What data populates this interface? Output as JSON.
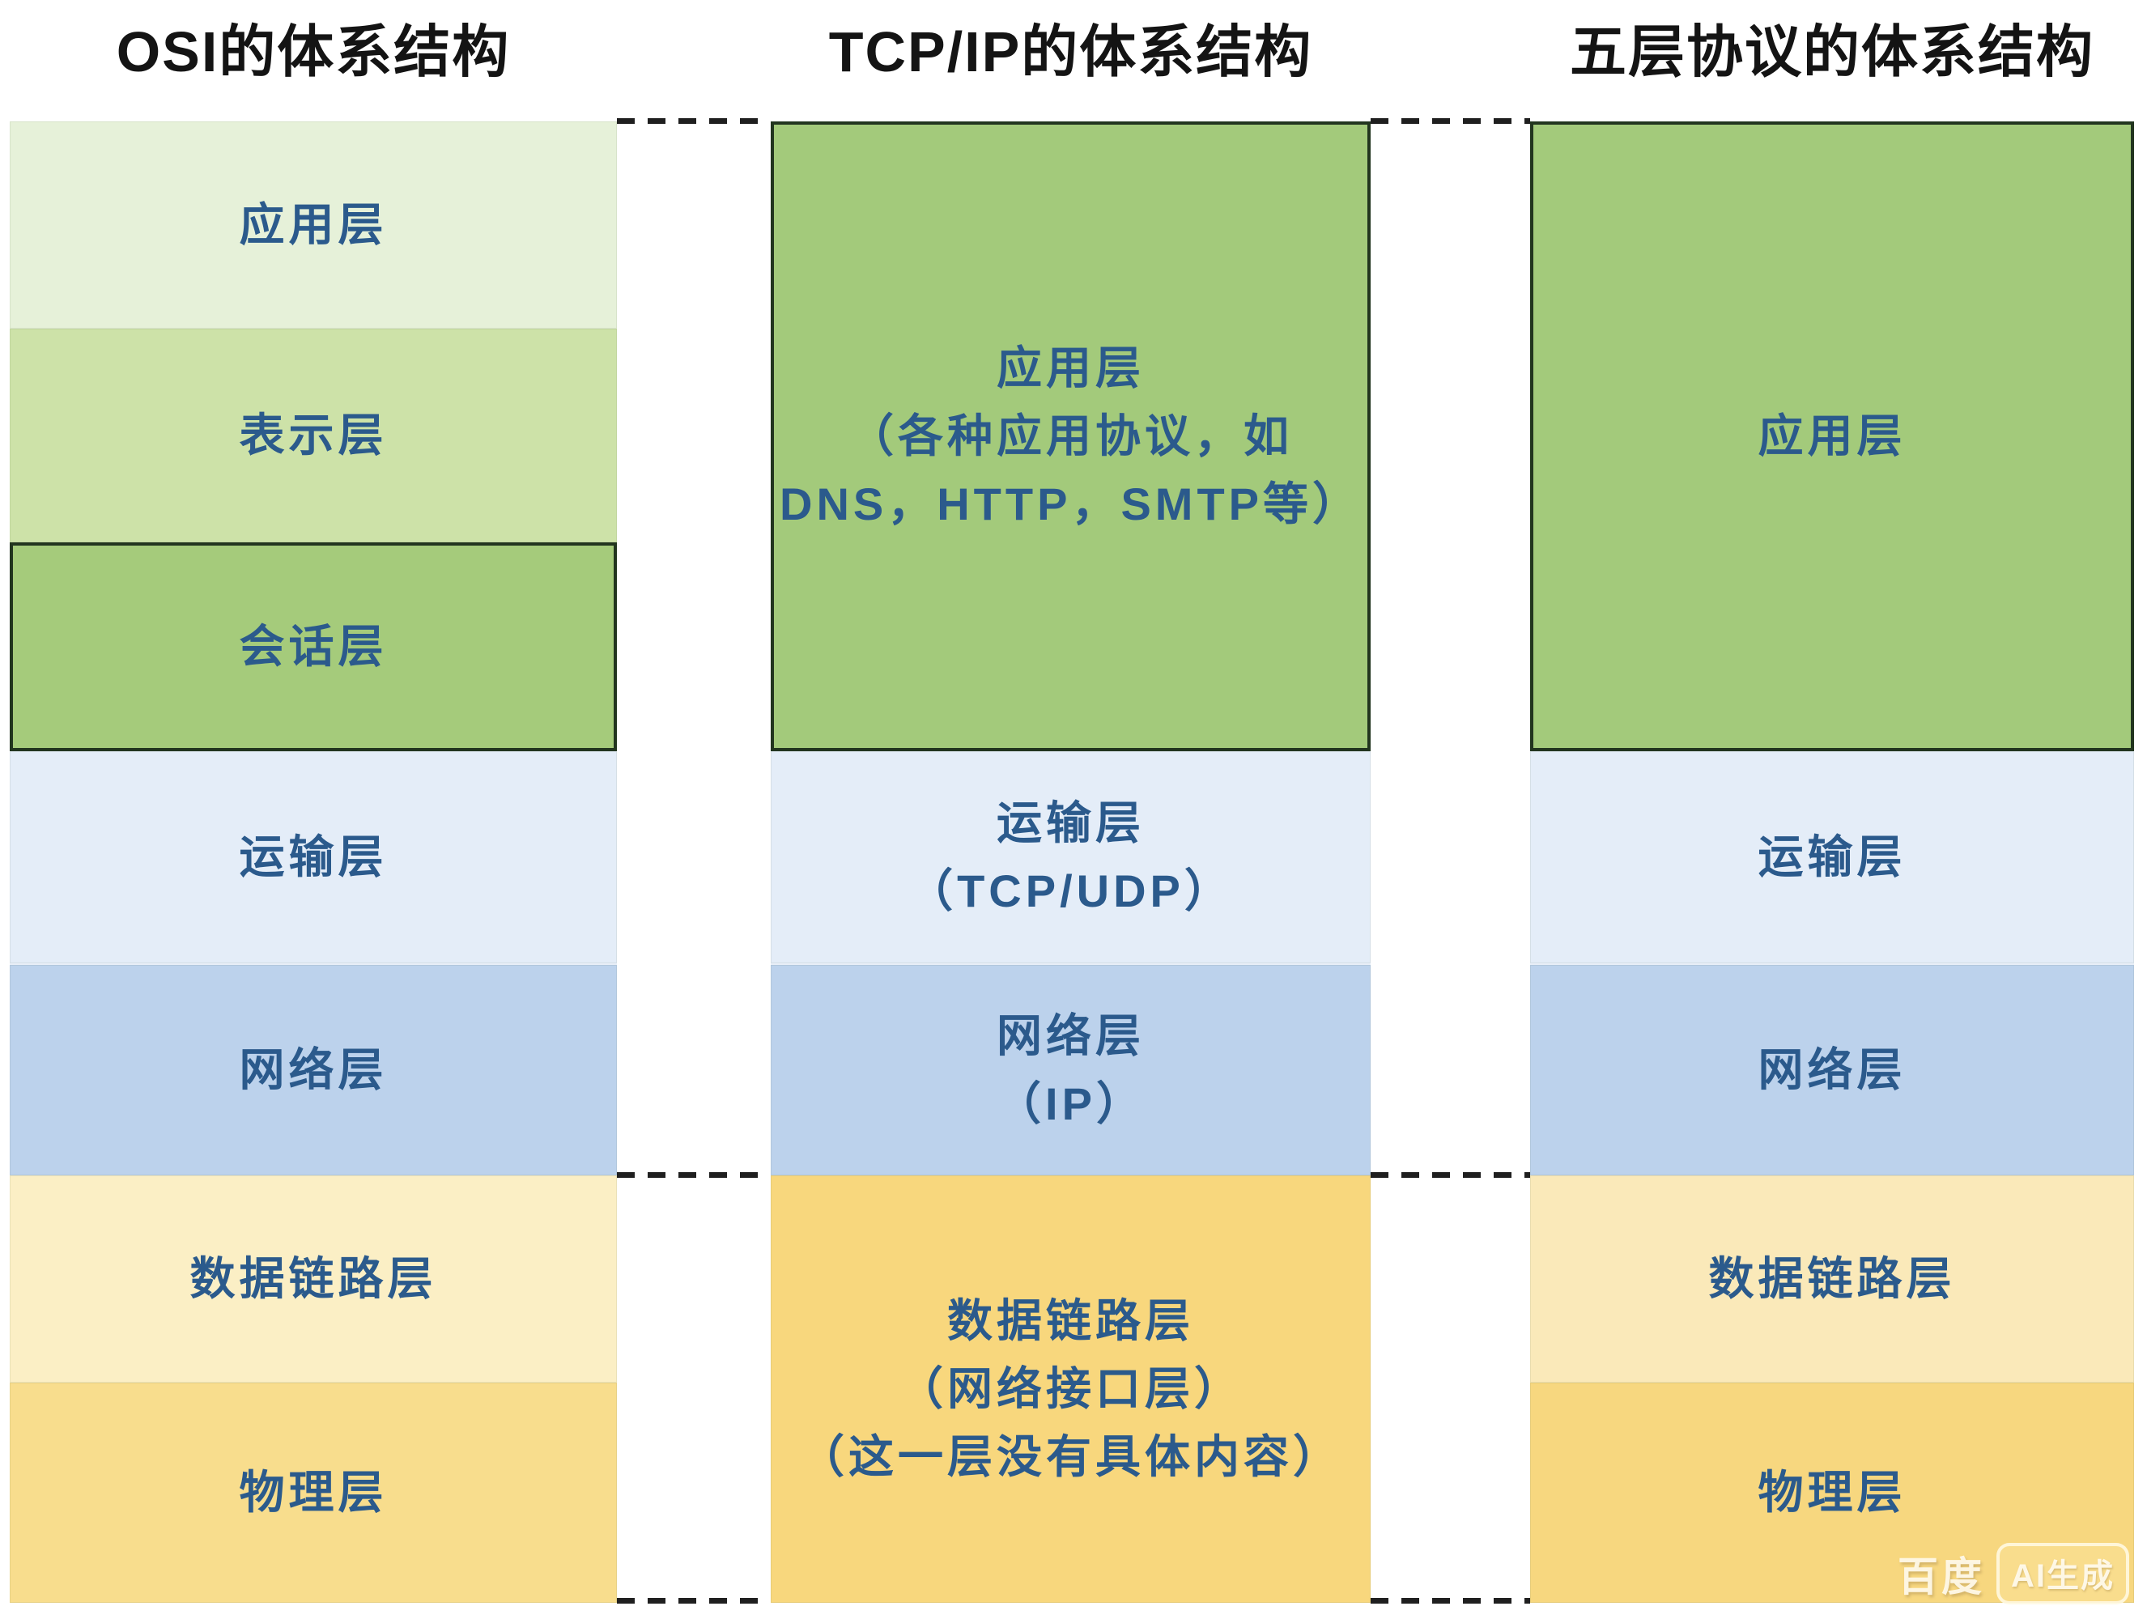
{
  "titles": {
    "osi": "OSI的体系结构",
    "tcpip": "TCP/IP的体系结构",
    "five_layer": "五层协议的体系结构"
  },
  "osi_column": {
    "layers": [
      {
        "id": "application",
        "label": "应用层"
      },
      {
        "id": "presentation",
        "label": "表示层"
      },
      {
        "id": "session",
        "label": "会话层"
      },
      {
        "id": "transport",
        "label": "运输层"
      },
      {
        "id": "network",
        "label": "网络层"
      },
      {
        "id": "datalink",
        "label": "数据链路层"
      },
      {
        "id": "physical",
        "label": "物理层"
      }
    ]
  },
  "tcpip_column": {
    "layers": [
      {
        "id": "application",
        "lines": [
          "应用层",
          "（各种应用协议，如",
          "DNS，HTTP，SMTP等）"
        ]
      },
      {
        "id": "transport",
        "lines": [
          "运输层",
          "（TCP/UDP）"
        ]
      },
      {
        "id": "network",
        "lines": [
          "网络层",
          "（IP）"
        ]
      },
      {
        "id": "datalink",
        "lines": [
          "数据链路层",
          "（网络接口层）",
          "（这一层没有具体内容）"
        ]
      }
    ]
  },
  "five_layer_column": {
    "layers": [
      {
        "id": "application",
        "label": "应用层"
      },
      {
        "id": "transport",
        "label": "运输层"
      },
      {
        "id": "network",
        "label": "网络层"
      },
      {
        "id": "datalink",
        "label": "数据链路层"
      },
      {
        "id": "physical",
        "label": "物理层"
      }
    ]
  },
  "watermark": {
    "brand": "百度",
    "badge": "AI生成"
  },
  "colors": {
    "title_text": "#141414",
    "label_text": "#2b5a8c",
    "green_dark_border": "#22351f",
    "osi_application": "#e6f1d9",
    "osi_presentation": "#cde2a8",
    "osi_session": "#a5cb7b",
    "transport_blue": "#e4edf8",
    "network_blue": "#bcd2ec",
    "datalink_yellow": "#fbefc5",
    "physical_yellow": "#f8dd8d",
    "tcpip_application_green": "#a3ca7b",
    "tcpip_datalink_yellow": "#f8d77d",
    "five_datalink_yellow": "#fae9b9",
    "five_physical_yellow": "#f7d77f",
    "dash_line": "#1f1f1f"
  }
}
